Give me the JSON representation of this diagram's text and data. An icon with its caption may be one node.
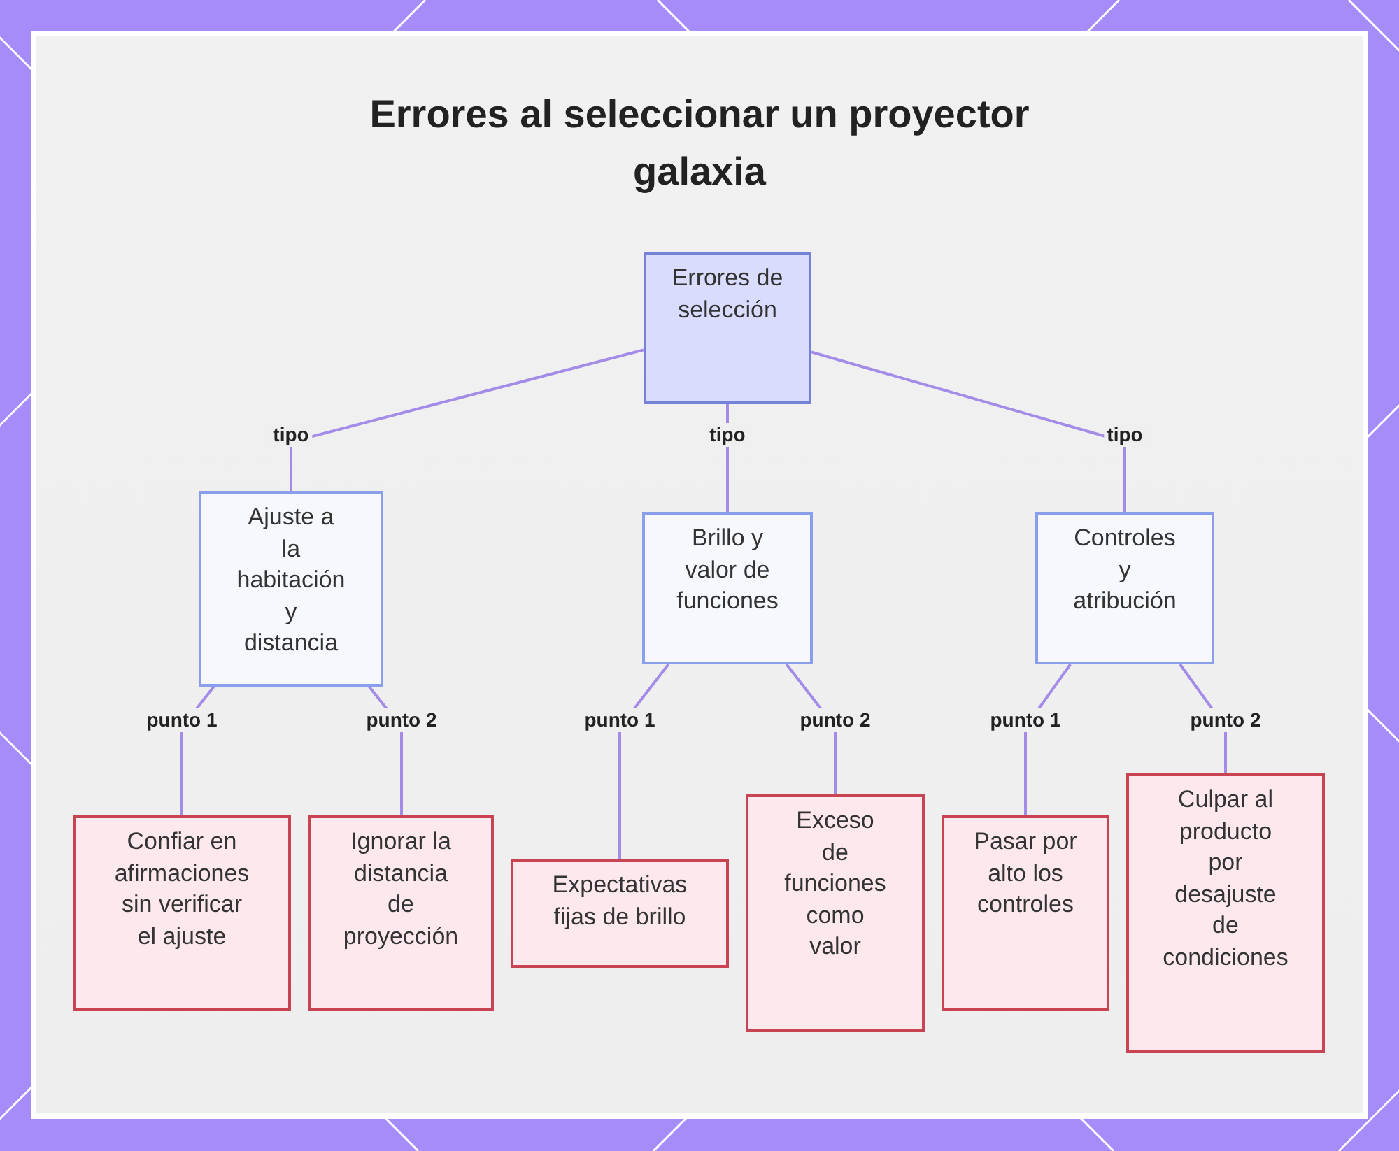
{
  "diagram": {
    "title": "Errores al seleccionar un proyector galaxia",
    "nodes": [
      {
        "text": [
          "Errores de selección"
        ]
      },
      {
        "text": [
          "Ajuste a la habitación y distancia"
        ]
      },
      {
        "text": [
          "Brillo y valor de funciones"
        ]
      },
      {
        "text": [
          "Controles y atribución"
        ]
      },
      {
        "text": [
          "Confiar en afirmaciones sin verificar el ajuste"
        ]
      },
      {
        "text": [
          "Ignorar la distancia de proyección"
        ]
      },
      {
        "text": [
          "Expectativas fijas de brillo"
        ]
      },
      {
        "text": [
          "Exceso de funciones como valor"
        ]
      },
      {
        "text": [
          "Pasar por alto los controles"
        ]
      },
      {
        "text": [
          "Culpar al producto por desajuste de condiciones"
        ]
      }
    ],
    "edges": [
      {
        "from": 0,
        "to": 1,
        "arrow": "none",
        "label": "tipo"
      },
      {
        "from": 0,
        "to": 2,
        "arrow": "none",
        "label": "tipo"
      },
      {
        "from": 0,
        "to": 3,
        "arrow": "none",
        "label": "tipo"
      },
      {
        "from": 1,
        "to": 4,
        "arrow": "none",
        "label": "punto 1"
      },
      {
        "from": 1,
        "to": 5,
        "arrow": "none",
        "label": "punto 2"
      },
      {
        "from": 2,
        "to": 6,
        "arrow": "none",
        "label": "punto 1"
      },
      {
        "from": 2,
        "to": 7,
        "arrow": "none",
        "label": "punto 2"
      },
      {
        "from": 3,
        "to": 8,
        "arrow": "none",
        "label": "punto 1"
      },
      {
        "from": 3,
        "to": 9,
        "arrow": "none",
        "label": "punto 2"
      }
    ]
  }
}
